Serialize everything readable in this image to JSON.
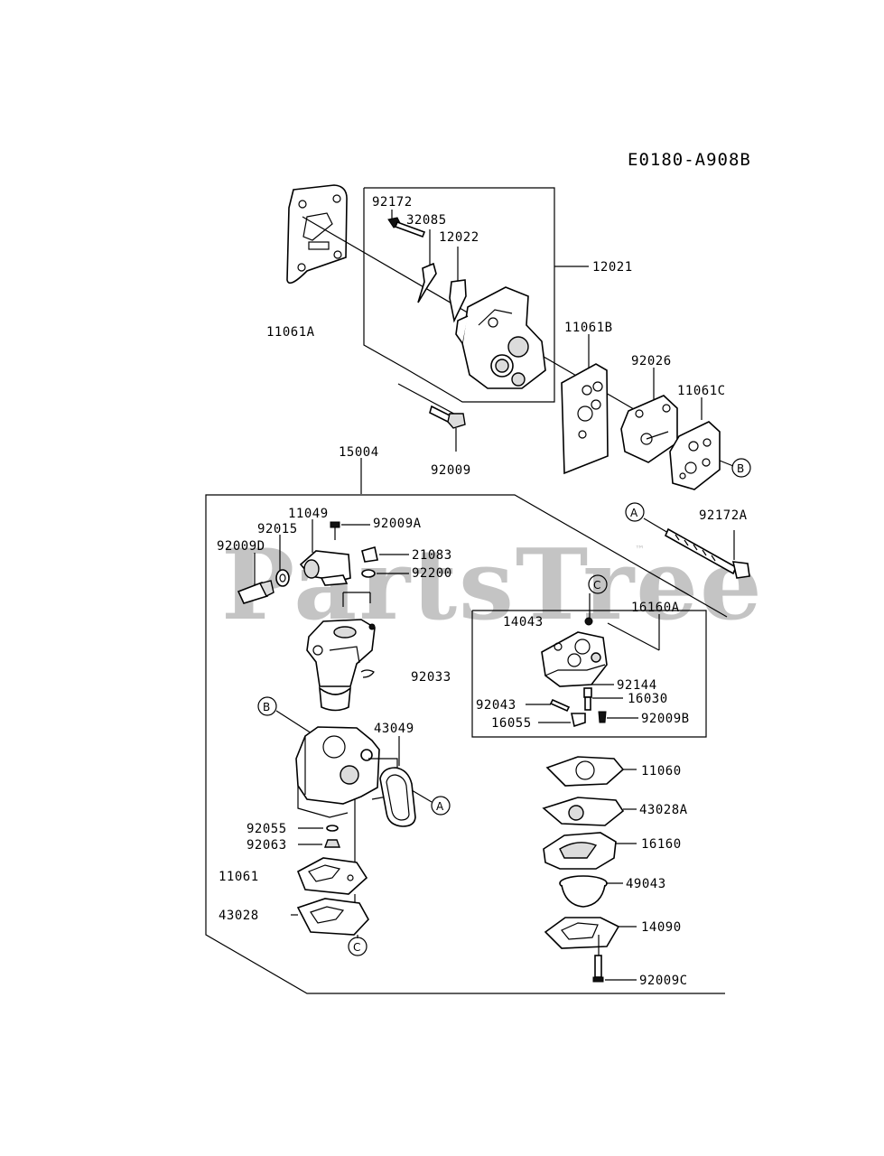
{
  "diagram_code": "E0180-A908B",
  "watermark": {
    "text": "PartsTree",
    "trademark": "™"
  },
  "callouts": {
    "a": "A",
    "b": "B",
    "c": "C"
  },
  "labels": {
    "p92172": "92172",
    "p32085": "32085",
    "p12022": "12022",
    "p12021": "12021",
    "p11061A": "11061A",
    "p11061B": "11061B",
    "p92026": "92026",
    "p11061C": "11061C",
    "p92009": "92009",
    "p15004": "15004",
    "p92172A": "92172A",
    "p11049": "11049",
    "p92015": "92015",
    "p92009A": "92009A",
    "p92009D": "92009D",
    "p21083": "21083",
    "p92200": "92200",
    "p16160A": "16160A",
    "p14043": "14043",
    "p92033": "92033",
    "p92144": "92144",
    "p16030": "16030",
    "p92043": "92043",
    "p16055": "16055",
    "p92009B": "92009B",
    "p43049": "43049",
    "p11060": "11060",
    "p43028A": "43028A",
    "p92055": "92055",
    "p92063": "92063",
    "p16160": "16160",
    "p11061": "11061",
    "p49043": "49043",
    "p43028": "43028",
    "p14090": "14090",
    "p92009C": "92009C"
  }
}
